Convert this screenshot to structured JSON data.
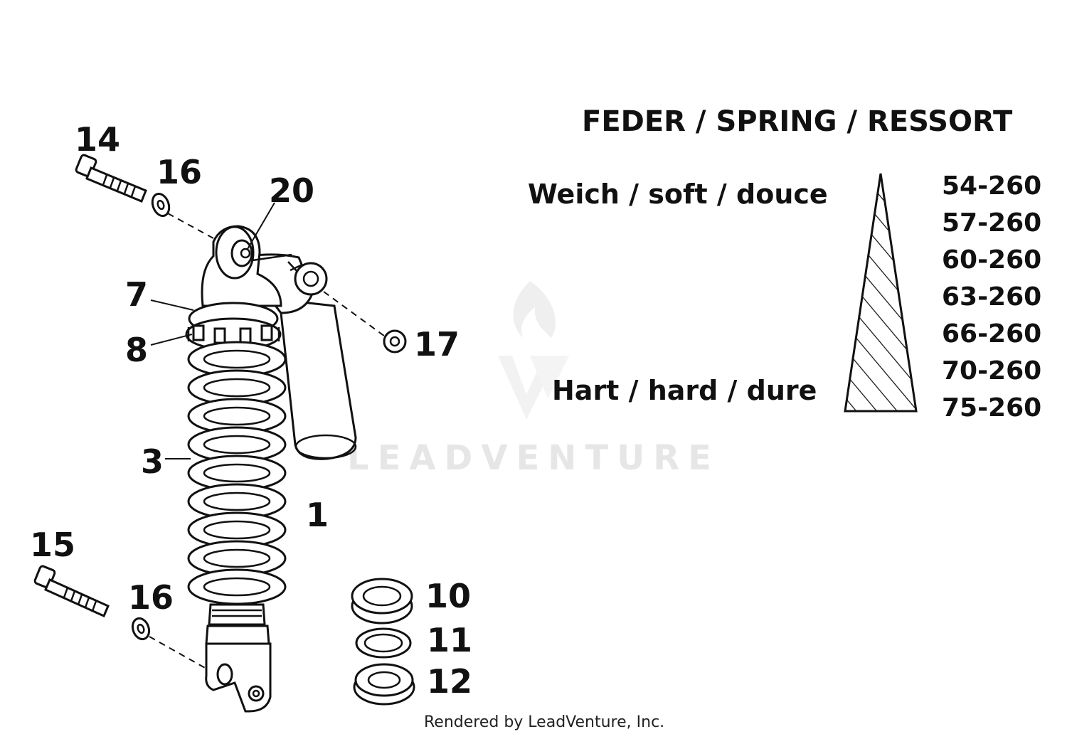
{
  "callouts": {
    "c14": "14",
    "c16_top": "16",
    "c20": "20",
    "c7": "7",
    "c8": "8",
    "c17": "17",
    "c3": "3",
    "c1": "1",
    "c15": "15",
    "c16_bottom": "16",
    "c10": "10",
    "c11": "11",
    "c12": "12"
  },
  "spring_table": {
    "title": "FEDER / SPRING / RESSORT",
    "soft_label": "Weich / soft / douce",
    "hard_label": "Hart / hard / dure",
    "part_numbers": [
      "54-260",
      "57-260",
      "60-260",
      "63-260",
      "66-260",
      "70-260",
      "75-260"
    ]
  },
  "watermark": "LEADVENTURE",
  "footer": "Rendered by LeadVenture, Inc."
}
